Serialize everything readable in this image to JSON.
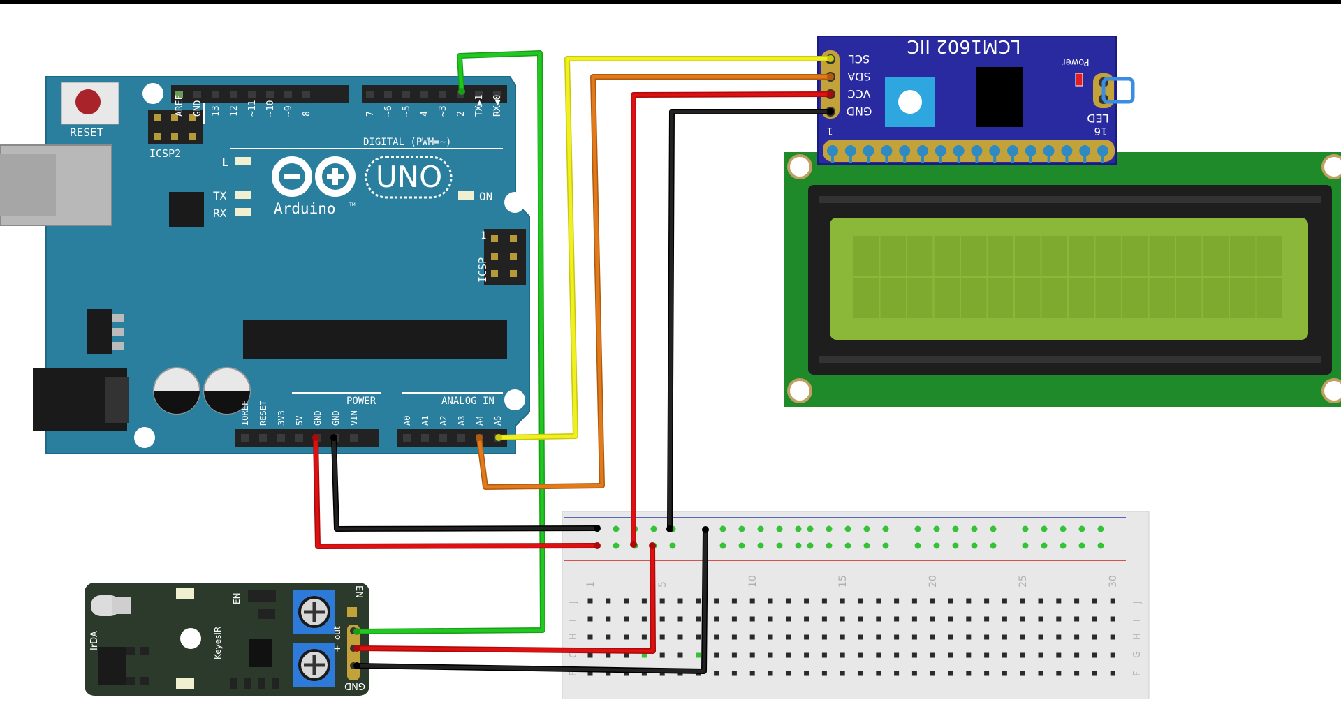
{
  "arduino": {
    "reset_label": "RESET",
    "icsp2_label": "ICSP2",
    "icsp_label": "ICSP",
    "icsp_pin1": "1",
    "digital_label": "DIGITAL (PWM=~)",
    "brand_label": "Arduino",
    "model_label": "UNO",
    "tm": "TM",
    "led_l": "L",
    "led_tx": "TX",
    "led_rx": "RX",
    "led_on": "ON",
    "power_label": "POWER",
    "analog_label": "ANALOG IN",
    "digital_pins": [
      "AREF",
      "GND",
      "13",
      "12",
      "~11",
      "~10",
      "~9",
      "8",
      "7",
      "~6",
      "~5",
      "4",
      "~3",
      "2",
      "TX▶1",
      "RX◀0"
    ],
    "power_pins": [
      "IOREF",
      "RESET",
      "3V3",
      "5V",
      "GND",
      "GND",
      "VIN"
    ],
    "analog_pins": [
      "A0",
      "A1",
      "A2",
      "A3",
      "A4",
      "A5"
    ]
  },
  "i2c_module": {
    "title": "LCM1602 IIC",
    "power_label": "Power",
    "pins": [
      "SCL",
      "SDA",
      "VCC",
      "GND"
    ],
    "led_label": "LED",
    "pin_start": "1",
    "pin_end": "16"
  },
  "ir_module": {
    "irda_label": "IrDA",
    "brand_label": "KeyesIR",
    "en_label": "EN",
    "out_label": "out",
    "plus_label": "+",
    "gnd_label": "GND"
  },
  "breadboard": {
    "column_numbers": [
      "1",
      "5",
      "10",
      "15",
      "20",
      "25",
      "30"
    ],
    "row_letters": [
      "J",
      "I",
      "H",
      "G",
      "F"
    ]
  },
  "colors": {
    "arduino_board": "#2a7f9e",
    "lcd_pcb": "#1f8a2a",
    "lcd_screen": "#8cb83a",
    "i2c_pcb": "#2a2aa0",
    "ir_pcb": "#2b3a2b",
    "wire_green": "#22c822",
    "wire_yellow": "#f0f020",
    "wire_orange": "#e07a1a",
    "wire_red": "#dd1111",
    "wire_black": "#222222"
  }
}
